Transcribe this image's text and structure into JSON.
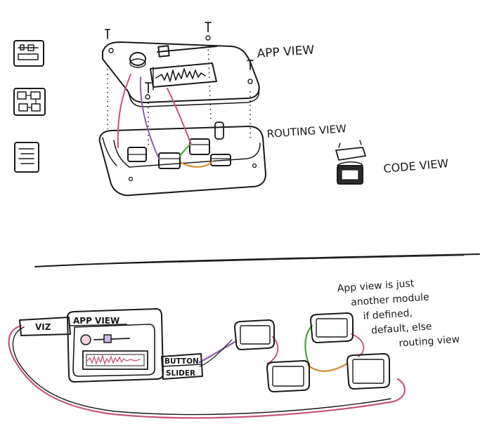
{
  "labels": {
    "app_view": "APP VIEW",
    "routing_view": "ROUTING VIEW",
    "code_view": "CODE VIEW",
    "viz": "VIZ",
    "app_view_box": "APP VIEW",
    "button": "BUTTON",
    "slider": "SLIDER"
  },
  "note": {
    "lines": [
      "App view is just",
      "another module",
      "if defined,",
      "default, else",
      "routing view"
    ]
  },
  "colors": {
    "ink": "#1a1a1a",
    "purple_wire": "#8a5fb0",
    "pink_wire": "#c9527a",
    "green_wire": "#4caf3a",
    "orange_wire": "#d98a2b"
  }
}
